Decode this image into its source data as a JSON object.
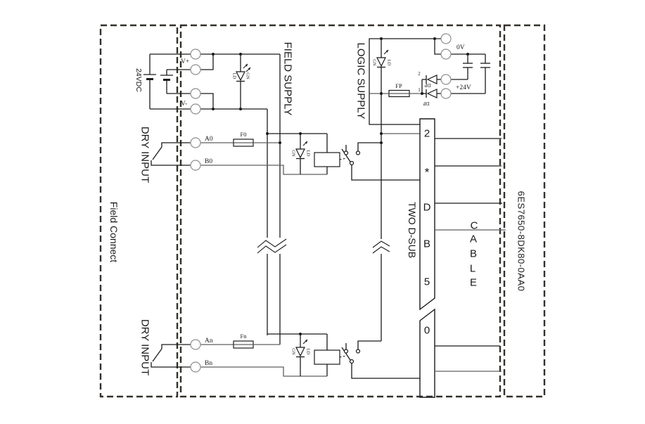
{
  "colors": {
    "wire": "#1a1a1a",
    "wire_light": "#5f5f5f",
    "dashed_border": "#33302b",
    "terminal_ring": "#8f8f8f",
    "background": "#ffffff"
  },
  "sections": {
    "field_connect": "Field Connect",
    "field_supply": "FIELD SUPPLY",
    "logic_supply": "LOGIC SUPPLY",
    "dry_input_top": "DRY INPUT",
    "dry_input_bottom": "DRY INPUT",
    "dsub": "TWO D-SUB",
    "battery": "24VDC",
    "part_number": "6ES7650-8DK80-0AA0"
  },
  "terminals": {
    "v_plus": "V+",
    "v_minus": "V-",
    "a0": "A0",
    "b0": "B0",
    "an": "An",
    "bn": "Bn",
    "zero_v": "0V",
    "plus_24v": "+24V"
  },
  "fuses": {
    "f0": "F0",
    "fp": "FP",
    "fn": "Fn"
  },
  "led": {
    "ld": "LD",
    "gn": "GN"
  },
  "diodes": {
    "label": "DP",
    "pin_top": "2",
    "pin_bottom": "1"
  },
  "dsub_pins": [
    "2",
    "*",
    "D",
    "B",
    "5",
    "0"
  ],
  "cable_letters": [
    "C",
    "A",
    "B",
    "L",
    "E"
  ]
}
